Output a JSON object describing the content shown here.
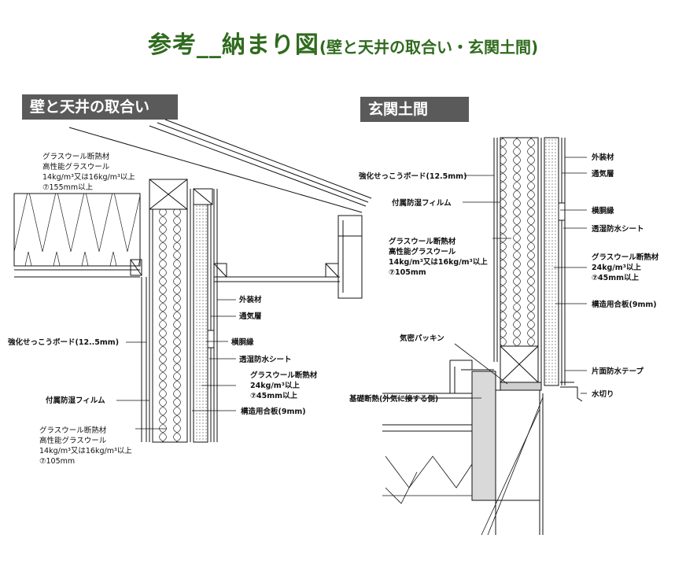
{
  "title": {
    "main": "参考__納まり図",
    "sub": "(壁と天井の取合い・玄関土間)"
  },
  "sections": {
    "wall_ceiling": "壁と天井の取合い",
    "genkan": "玄関土間"
  },
  "left_labels": {
    "ceiling_insul_1": "グラスウール断熱材",
    "ceiling_insul_2": "高性能グラスウール",
    "ceiling_insul_3": "14kg/m³又は16kg/m³以上",
    "ceiling_insul_4": "⑦155mm以上",
    "exterior": "外装材",
    "vent": "通気層",
    "gypsum": "強化せっこうボード(12..5mm)",
    "furring": "横胴縁",
    "membrane": "透湿防水シート",
    "outer_insul_1": "グラスウール断熱材",
    "outer_insul_2": "24kg/m³以上",
    "outer_insul_3": "⑦45mm以上",
    "vapor_film": "付属防湿フィルム",
    "plywood": "構造用合板(9mm)",
    "wall_insul_1": "グラスウール断熱材",
    "wall_insul_2": "高性能グラスウール",
    "wall_insul_3": "14kg/m³又は16kg/m³以上",
    "wall_insul_4": "⑦105mm"
  },
  "right_labels": {
    "gypsum": "強化せっこうボード(12.5mm)",
    "vapor_film": "付属防湿フィルム",
    "wall_insul_1": "グラスウール断熱材",
    "wall_insul_2": "高性能グラスウール",
    "wall_insul_3": "14kg/m³又は16kg/m³以上",
    "wall_insul_4": "⑦105mm",
    "exterior": "外装材",
    "vent": "通気層",
    "furring": "横胴縁",
    "membrane": "透湿防水シート",
    "outer_insul_1": "グラスウール断熱材",
    "outer_insul_2": "24kg/m³以上",
    "outer_insul_3": "⑦45mm以上",
    "plywood": "構造用合板(9mm)",
    "airtight": "気密パッキン",
    "tape": "片面防水テープ",
    "foundation_insul": "基礎断熱(外気に接する側)",
    "drip": "水切り"
  },
  "colors": {
    "title": "#2f6b1e",
    "label_bg": "#5a5a5a",
    "line": "#111111",
    "concrete": "#d9d9d9"
  }
}
